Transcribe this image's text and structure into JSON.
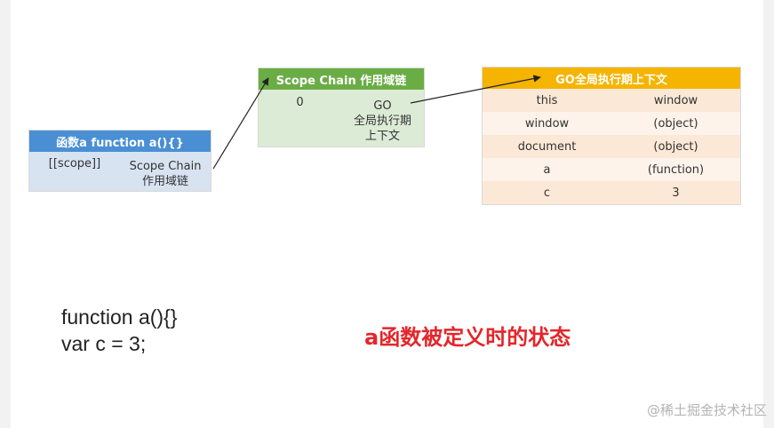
{
  "colors": {
    "fn_header_bg": "#4a8fd4",
    "fn_body_bg": "#d8e3f1",
    "scope_header_bg": "#6aad45",
    "scope_body_bg": "#dcebd6",
    "go_header_bg": "#f5b400",
    "go_row_odd": "#fbe8d6",
    "go_row_even": "#fdf3ea",
    "caption": "#e5262b",
    "arrow": "#222222"
  },
  "function_box": {
    "header": "函数a    function a(){}",
    "scope_key": "[[scope]]",
    "scope_value_line1": "Scope Chain",
    "scope_value_line2": "作用域链"
  },
  "scope_chain_box": {
    "header": "Scope Chain 作用域链",
    "index": "0",
    "go_line1": "GO",
    "go_line2": "全局执行期",
    "go_line3": "上下文"
  },
  "go_box": {
    "header": "GO全局执行期上下文",
    "rows": [
      {
        "key": "this",
        "value": "window"
      },
      {
        "key": "window",
        "value": "(object)"
      },
      {
        "key": "document",
        "value": "(object)"
      },
      {
        "key": "a",
        "value": "(function)"
      },
      {
        "key": "c",
        "value": "3"
      }
    ]
  },
  "code": {
    "line1": "function a(){}",
    "line2": "var c = 3;"
  },
  "caption": "a函数被定义时的状态",
  "watermark": "@稀土掘金技术社区"
}
